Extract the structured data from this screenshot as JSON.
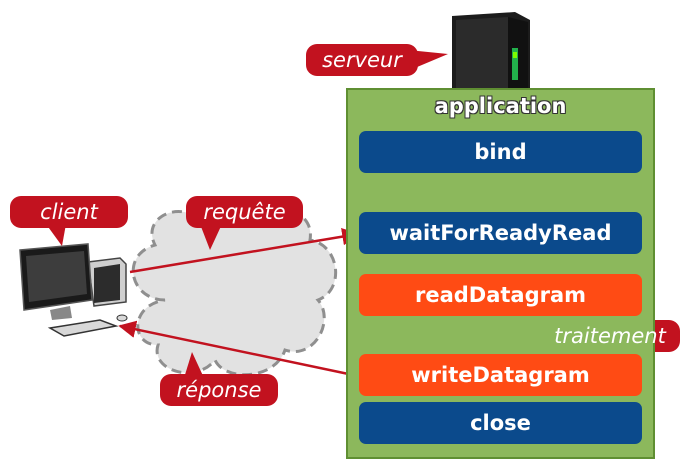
{
  "labels": {
    "server": "serveur",
    "client": "client",
    "request": "requête",
    "response": "réponse",
    "processing": "traitement"
  },
  "application": {
    "title": "application",
    "steps": [
      {
        "label": "bind",
        "kind": "blue"
      },
      {
        "label": "waitForReadyRead",
        "kind": "blue"
      },
      {
        "label": "readDatagram",
        "kind": "orange"
      },
      {
        "label": "writeDatagram",
        "kind": "orange"
      },
      {
        "label": "close",
        "kind": "blue"
      }
    ]
  },
  "colors": {
    "app_fill": "#8cb85c",
    "step_blue": "#0b4a8c",
    "step_orange": "#ff4b14",
    "callout_red": "#c2121f",
    "arrow_red": "#c2121f",
    "cloud_fill": "#e2e2e2"
  },
  "icons": {
    "server": "server-tower-icon",
    "client": "desktop-computer-icon",
    "network": "cloud-icon"
  }
}
